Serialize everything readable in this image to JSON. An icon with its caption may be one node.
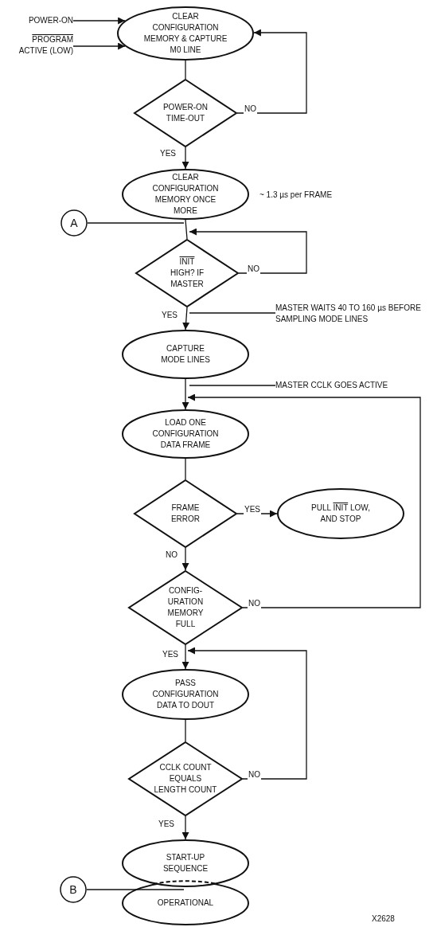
{
  "diagram": {
    "nodes": [
      {
        "text": [
          "POWER-ON"
        ]
      },
      {
        "text": [
          "PROGRAM",
          "ACTIVE (LOW)"
        ]
      },
      {
        "text": [
          "CLEAR CONFIGURATION MEMORY & CAPTURE M0 LINE"
        ]
      },
      {
        "text": [
          "POWER-ON TIME-OUT"
        ]
      },
      {
        "text": [
          "CLEAR CONFIGURATION MEMORY ONCE MORE"
        ],
        "beside": [
          "~ 1.3 µs per FRAME"
        ]
      },
      {
        "text": [
          "A"
        ]
      },
      {
        "text": [
          "INIT",
          "HIGH? IF MASTER"
        ]
      },
      {
        "text": [
          "CAPTURE MODE LINES"
        ]
      },
      {
        "text": [
          "LOAD ONE CONFIGURATION DATA FRAME"
        ]
      },
      {
        "text": [
          "FRAME ERROR"
        ]
      },
      {
        "text": [
          "PULL",
          "INIT",
          "LOW, AND STOP"
        ]
      },
      {
        "text": [
          "CONFIG- URATION MEMORY FULL"
        ]
      },
      {
        "text": [
          "PASS CONFIGURATION DATA TO DOUT"
        ]
      },
      {
        "text": [
          "CCLK COUNT EQUALS LENGTH COUNT"
        ]
      },
      {
        "text": [
          "START-UP SEQUENCE"
        ]
      },
      {
        "text": [
          "OPERATIONAL"
        ]
      },
      {
        "text": [
          "B"
        ]
      },
      {
        "text": [
          "MASTER WAITS 40 TO 160 µs BEFORE SAMPLING MODE LINES"
        ]
      },
      {
        "text": [
          "MASTER CCLK GOES ACTIVE"
        ]
      }
    ],
    "edges": [
      {
        "from": 0,
        "to": 2,
        "arrow": "to"
      },
      {
        "from": 1,
        "to": 2,
        "arrow": "to"
      },
      {
        "from": 2,
        "to": 3,
        "arrow": "none"
      },
      {
        "from": 3,
        "to": 2,
        "arrow": "to",
        "label": "NO"
      },
      {
        "from": 3,
        "to": 4,
        "arrow": "to",
        "label": "YES"
      },
      {
        "from": 4,
        "to": 6,
        "arrow": "none"
      },
      {
        "from": 6,
        "to": 6,
        "arrow": "to",
        "label": "NO"
      },
      {
        "from": 6,
        "to": 7,
        "arrow": "to",
        "label": "YES"
      },
      {
        "from": 7,
        "to": 8,
        "arrow": "to"
      },
      {
        "from": 11,
        "to": 8,
        "arrow": "to",
        "label": "NO"
      },
      {
        "from": 8,
        "to": 9,
        "arrow": "none"
      },
      {
        "from": 9,
        "to": 10,
        "arrow": "to",
        "label": "YES"
      },
      {
        "from": 9,
        "to": 11,
        "arrow": "to",
        "label": "NO"
      },
      {
        "from": 11,
        "to": 12,
        "arrow": "to",
        "label": "YES"
      },
      {
        "from": 12,
        "to": 13,
        "arrow": "none"
      },
      {
        "from": 13,
        "to": 12,
        "arrow": "to",
        "label": "NO"
      },
      {
        "from": 13,
        "to": 14,
        "arrow": "to",
        "label": "YES"
      },
      {
        "from": 5,
        "to": 4,
        "arrow": "none"
      },
      {
        "from": 16,
        "to": 15,
        "arrow": "none"
      },
      {
        "from": 17,
        "to": 6,
        "arrow": "none"
      },
      {
        "from": 18,
        "to": 7,
        "arrow": "none"
      }
    ],
    "labels": [
      "X2628"
    ]
  }
}
